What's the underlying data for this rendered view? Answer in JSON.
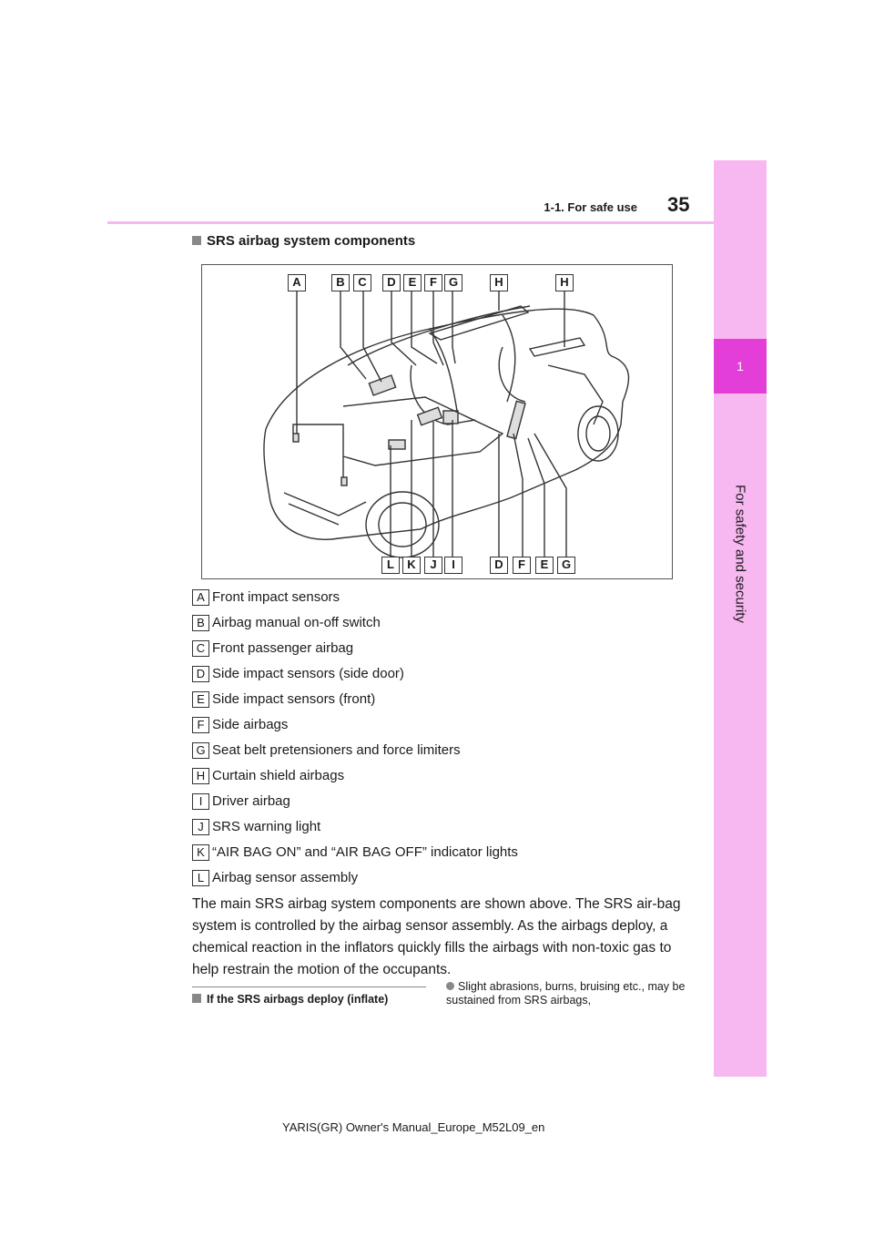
{
  "header": {
    "page_number": "35",
    "section": "1-1. For safe use"
  },
  "side_tab": {
    "chapter_number": "1",
    "chapter_title": "For safety and security"
  },
  "heading": "SRS airbag system components",
  "figure": {
    "top_labels": [
      "A",
      "B",
      "C",
      "D",
      "E",
      "F",
      "G",
      "H",
      "H"
    ],
    "bottom_labels": [
      "L",
      "K",
      "J",
      "I",
      "D",
      "F",
      "E",
      "G"
    ]
  },
  "legend": [
    {
      "key": "A",
      "text": "Front impact sensors"
    },
    {
      "key": "B",
      "text": "Airbag manual on-off switch"
    },
    {
      "key": "C",
      "text": "Front passenger airbag"
    },
    {
      "key": "D",
      "text": "Side impact sensors (side door)"
    },
    {
      "key": "E",
      "text": "Side impact sensors (front)"
    },
    {
      "key": "F",
      "text": "Side airbags"
    },
    {
      "key": "G",
      "text": "Seat belt pretensioners and force limiters"
    },
    {
      "key": "H",
      "text": "Curtain shield airbags"
    },
    {
      "key": "I",
      "text": "Driver airbag"
    },
    {
      "key": "J",
      "text": "SRS warning light"
    },
    {
      "key": "K",
      "text": "“AIR BAG ON” and “AIR BAG OFF” indicator lights"
    },
    {
      "key": "L",
      "text": "Airbag sensor assembly"
    }
  ],
  "paragraph": "The main SRS airbag system components are shown above. The SRS air-bag system is controlled by the airbag sensor assembly. As the airbags deploy, a chemical reaction in the inflators quickly fills the airbags with non-toxic gas to help restrain the motion of the occupants.",
  "note": {
    "heading": "If the SRS airbags deploy (inflate)",
    "bullet": "Slight abrasions, burns, bruising etc., may be sustained from SRS airbags,"
  },
  "footer": "YARIS(GR) Owner's Manual_Europe_M52L09_en"
}
